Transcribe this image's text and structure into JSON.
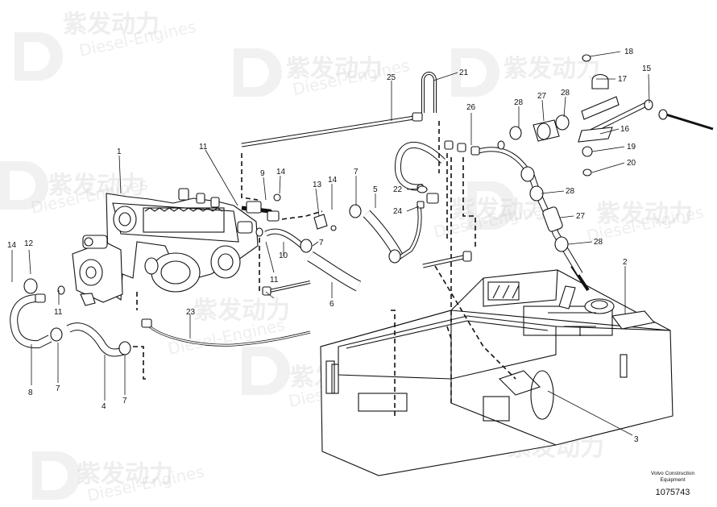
{
  "watermark": {
    "brand_cn": "紫发动力",
    "brand_en": "Diesel-Engines"
  },
  "footer": {
    "maker_line1": "Volvo Construction",
    "maker_line2": "Equipment",
    "figure_number": "1075743"
  },
  "callouts": [
    {
      "id": "c1",
      "label": "1"
    },
    {
      "id": "c2",
      "label": "2"
    },
    {
      "id": "c3",
      "label": "3"
    },
    {
      "id": "c4",
      "label": "4"
    },
    {
      "id": "c5",
      "label": "5"
    },
    {
      "id": "c6",
      "label": "6"
    },
    {
      "id": "c7a",
      "label": "7"
    },
    {
      "id": "c7b",
      "label": "7"
    },
    {
      "id": "c7c",
      "label": "7"
    },
    {
      "id": "c7d",
      "label": "7"
    },
    {
      "id": "c8",
      "label": "8"
    },
    {
      "id": "c9",
      "label": "9"
    },
    {
      "id": "c10",
      "label": "10"
    },
    {
      "id": "c11a",
      "label": "11"
    },
    {
      "id": "c11b",
      "label": "11"
    },
    {
      "id": "c11c",
      "label": "11"
    },
    {
      "id": "c12",
      "label": "12"
    },
    {
      "id": "c13",
      "label": "13"
    },
    {
      "id": "c14a",
      "label": "14"
    },
    {
      "id": "c14b",
      "label": "14"
    },
    {
      "id": "c14c",
      "label": "14"
    },
    {
      "id": "c15",
      "label": "15"
    },
    {
      "id": "c16",
      "label": "16"
    },
    {
      "id": "c17",
      "label": "17"
    },
    {
      "id": "c18",
      "label": "18"
    },
    {
      "id": "c19",
      "label": "19"
    },
    {
      "id": "c20",
      "label": "20"
    },
    {
      "id": "c21",
      "label": "21"
    },
    {
      "id": "c22",
      "label": "22"
    },
    {
      "id": "c23",
      "label": "23"
    },
    {
      "id": "c24",
      "label": "24"
    },
    {
      "id": "c25",
      "label": "25"
    },
    {
      "id": "c26",
      "label": "26"
    },
    {
      "id": "c27a",
      "label": "27"
    },
    {
      "id": "c27b",
      "label": "27"
    },
    {
      "id": "c28a",
      "label": "28"
    },
    {
      "id": "c28b",
      "label": "28"
    },
    {
      "id": "c28c",
      "label": "28"
    },
    {
      "id": "c28d",
      "label": "28"
    }
  ]
}
